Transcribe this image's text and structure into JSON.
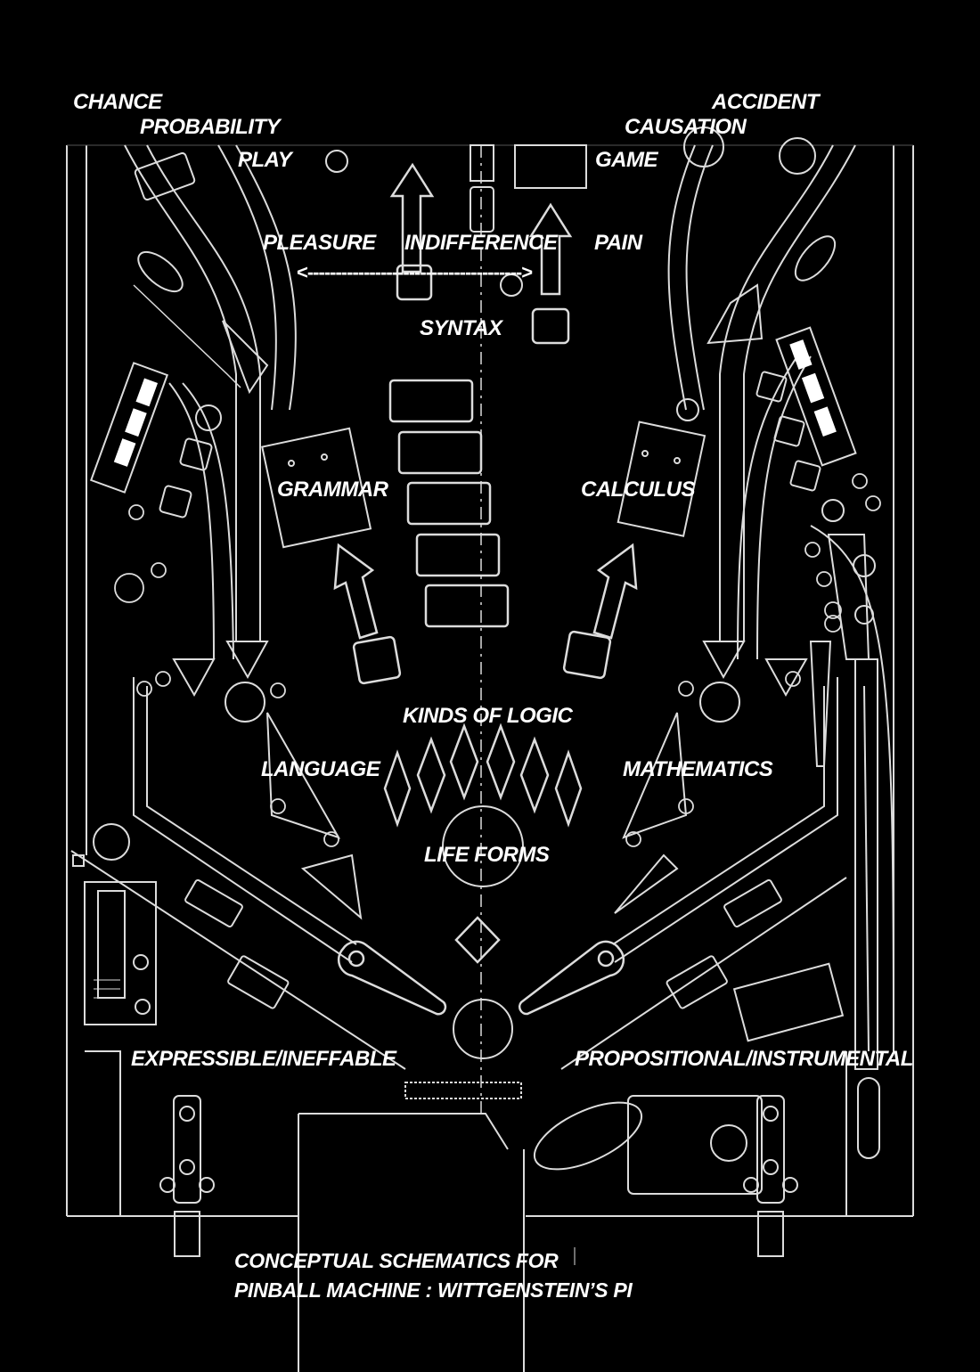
{
  "labels": {
    "chance": "CHANCE",
    "probability": "PROBABILITY",
    "play": "PLAY",
    "accident": "ACCIDENT",
    "causation": "CAUSATION",
    "game": "GAME",
    "pleasure": "PLEASURE",
    "indifference": "INDIFFERENCE",
    "pain": "PAIN",
    "spectrum_arrow": "<-------------------------------------->",
    "syntax": "SYNTAX",
    "grammar": "GRAMMAR",
    "calculus": "CALCULUS",
    "kinds_of_logic": "KINDS OF LOGIC",
    "language": "LANGUAGE",
    "mathematics": "MATHEMATICS",
    "life_forms": "LIFE FORMS",
    "expressible_ineffable": "EXPRESSIBLE/INEFFABLE",
    "propositional_instrumental": "PROPOSITIONAL/INSTRUMENTAL"
  },
  "caption": {
    "line1": "CONCEPTUAL SCHEMATICS FOR",
    "line2": "PINBALL MACHINE : WITTGENSTEIN’S PI"
  },
  "colors": {
    "background": "#000000",
    "line": "#e6e6e6",
    "text": "#ffffff"
  }
}
